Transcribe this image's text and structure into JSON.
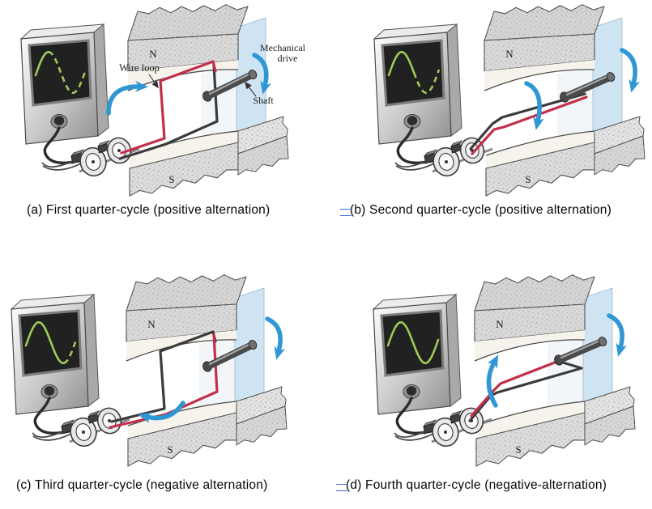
{
  "panels": [
    {
      "id": "a",
      "caption": "(a) First quarter-cycle (positive alternation)",
      "caption_mark": false,
      "loop_orientation": "vertical",
      "red_segment": "left-and-top",
      "wave_solid_fraction": 0.25,
      "rotation_arrows": [
        "loop-side-upward",
        "mechanical-drive-downward"
      ],
      "show_part_labels": true
    },
    {
      "id": "b",
      "caption": "(b) Second quarter-cycle (positive alternation)",
      "caption_mark": true,
      "loop_orientation": "horizontal",
      "red_segment": "near-lower",
      "wave_solid_fraction": 0.5,
      "rotation_arrows": [
        "loop-mid-downward",
        "shaft-end-downward"
      ],
      "show_part_labels": false
    },
    {
      "id": "c",
      "caption": "(c) Third quarter-cycle (negative alternation)",
      "caption_mark": false,
      "loop_orientation": "vertical-inverted",
      "red_segment": "bottom-and-right",
      "wave_solid_fraction": 0.75,
      "rotation_arrows": [
        "loop-mid-leftward",
        "shaft-end-downward"
      ],
      "show_part_labels": false
    },
    {
      "id": "d",
      "caption": "(d) Fourth quarter-cycle (negative-alternation)",
      "caption_mark": true,
      "loop_orientation": "horizontal-inverted",
      "red_segment": "far-upper",
      "wave_solid_fraction": 1,
      "rotation_arrows": [
        "loop-mid-upward",
        "shaft-end-downward"
      ],
      "show_part_labels": false
    }
  ],
  "part_labels": {
    "wire_loop": "Wire loop",
    "mechanical_drive": [
      "Mechanical",
      "drive"
    ],
    "shaft": "Shaft",
    "north_pole": "N",
    "south_pole": "S"
  },
  "colors": {
    "wire_red": "#c22f4a",
    "wire_dark": "#3b3b3b",
    "rotation_arrow_blue": "#2f97d4",
    "scope_trace_green": "#9fca56",
    "field_region_blue": "#cfe4f3",
    "magnet_gray": "#d9d9d9",
    "pole_face": "#f6f3ec",
    "screen_black": "#212121",
    "caption_mark_blue": "#3a6bd6"
  }
}
